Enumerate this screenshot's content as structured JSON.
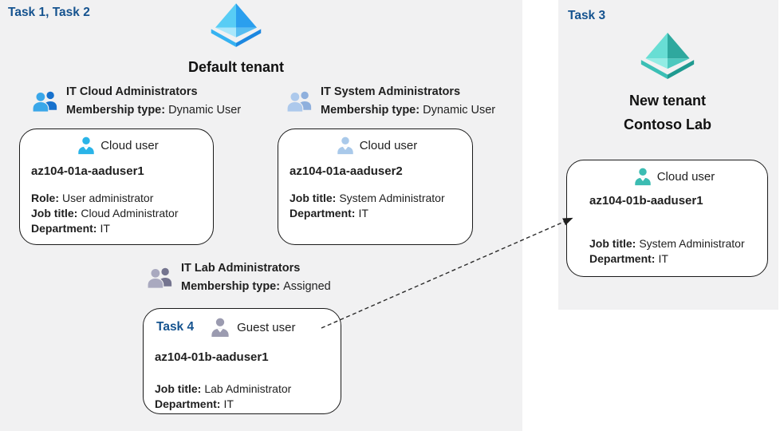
{
  "colors": {
    "panel_bg": "#f1f1f2",
    "task_label_blue": "#15538f",
    "body_text": "#1f1f1f",
    "card_border": "#1a1a1a",
    "arrow": "#2b2b2b",
    "aad_blue_light": "#58cdf5",
    "aad_blue_dark": "#1c87e0",
    "aad_teal_light": "#68ded4",
    "aad_teal_dark": "#1f9a90",
    "user_icon_cloud_blue": "#2ab4e8",
    "user_icon_pale_blue": "#a9c9ea",
    "user_icon_gray": "#9b9bb0",
    "user_icon_teal": "#3bbcb2",
    "group_icon_blue": "#3aa7e9",
    "group_icon_pale": "#adc9ec",
    "group_icon_gray": "#a9a9bf"
  },
  "left": {
    "task_label": "Task 1, Task 2",
    "tenant_name": "Default tenant",
    "groups": [
      {
        "name": "IT Cloud Administrators",
        "membership_label": "Membership type:",
        "membership_value": "Dynamic User"
      },
      {
        "name": "IT System Administrators",
        "membership_label": "Membership type:",
        "membership_value": "Dynamic User"
      },
      {
        "name": "IT Lab Administrators",
        "membership_label": "Membership type:",
        "membership_value": "Assigned"
      }
    ],
    "cards": [
      {
        "user_type": "Cloud user",
        "name": "az104-01a-aaduser1",
        "fields": [
          {
            "label": "Role:",
            "value": "User administrator"
          },
          {
            "label": "Job title:",
            "value": "Cloud Administrator"
          },
          {
            "label": "Department:",
            "value": "IT"
          }
        ]
      },
      {
        "user_type": "Cloud user",
        "name": "az104-01a-aaduser2",
        "fields": [
          {
            "label": "Job title:",
            "value": "System Administrator"
          },
          {
            "label": "Department:",
            "value": "IT"
          }
        ]
      },
      {
        "task_label": "Task 4",
        "user_type": "Guest user",
        "name": "az104-01b-aaduser1",
        "fields": [
          {
            "label": "Job title:",
            "value": "Lab Administrator"
          },
          {
            "label": "Department:",
            "value": "IT"
          }
        ]
      }
    ]
  },
  "right": {
    "task_label": "Task 3",
    "tenant_name_line1": "New tenant",
    "tenant_name_line2": "Contoso Lab",
    "card": {
      "user_type": "Cloud user",
      "name": "az104-01b-aaduser1",
      "fields": [
        {
          "label": "Job title:",
          "value": "System Administrator"
        },
        {
          "label": "Department:",
          "value": "IT"
        }
      ]
    }
  }
}
